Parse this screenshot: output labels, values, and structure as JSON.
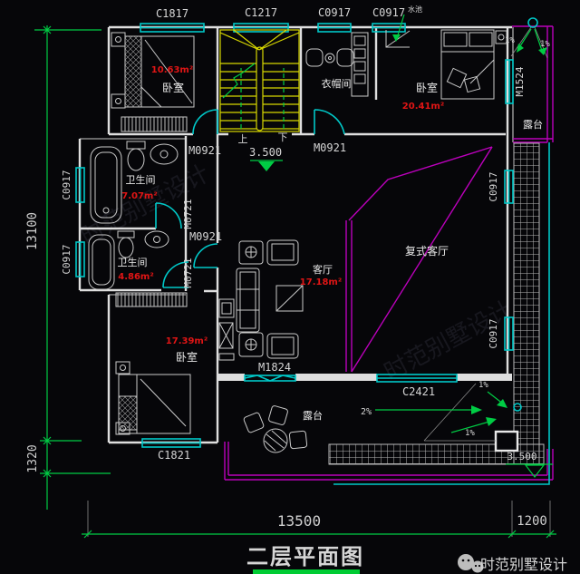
{
  "title": {
    "text": "二层平面图"
  },
  "brand": {
    "text": "时范别墅设计",
    "icon": "wechat-icon"
  },
  "dims": {
    "left_main": "13100",
    "left_sub": "1320",
    "bottom_main": "13500",
    "bottom_sub": "1200"
  },
  "levels": {
    "stair": "3.500",
    "terrace": "3.500"
  },
  "stairs": {
    "up": "上",
    "down": "下"
  },
  "slopes": {
    "tr_left": "1%",
    "tr_right": "1%",
    "b_main": "2%",
    "b_up": "1%",
    "b_low": "1%"
  },
  "rooms": {
    "bedroom_tl": {
      "name": "卧室",
      "area": "10.63m²"
    },
    "bedroom_tr": {
      "name": "卧室",
      "area": "20.41m²"
    },
    "cloakroom": {
      "name": "衣帽间"
    },
    "bath1": {
      "name": "卫生间",
      "area": "7.07m²"
    },
    "bath2": {
      "name": "卫生间",
      "area": "4.86m²"
    },
    "living": {
      "name": "客厅",
      "area": "17.18m²"
    },
    "void": {
      "name": "复式客厅"
    },
    "bedroom_bl": {
      "name": "卧室",
      "area": "17.39m²"
    },
    "terrace_r": {
      "name": "露台"
    },
    "terrace_b": {
      "name": "露台"
    },
    "sink_note": {
      "name": "水池"
    }
  },
  "windows": {
    "c1817": "C1817",
    "c1217": "C1217",
    "c0917_t1": "C0917",
    "c0917_t2": "C0917",
    "c0917_l1": "C0917",
    "c0917_l2": "C0917",
    "c0917_r1": "C0917",
    "c0917_r2": "C0917",
    "c1821": "C1821",
    "c2421": "C2421"
  },
  "doors": {
    "m0921_a": "M0921",
    "m0921_b": "M0921",
    "m0921_c": "M0921",
    "m0721_a": "M0721",
    "m0721_b": "M0721",
    "m1524": "M1524",
    "m1824": "M1824"
  },
  "colors": {
    "wall": "#dedede",
    "window": "#00c8c8",
    "dimension": "#00cc44",
    "stair": "#d8d800",
    "terrace_line": "#bb00bb",
    "area_text": "#e01515",
    "background": "#060609"
  }
}
